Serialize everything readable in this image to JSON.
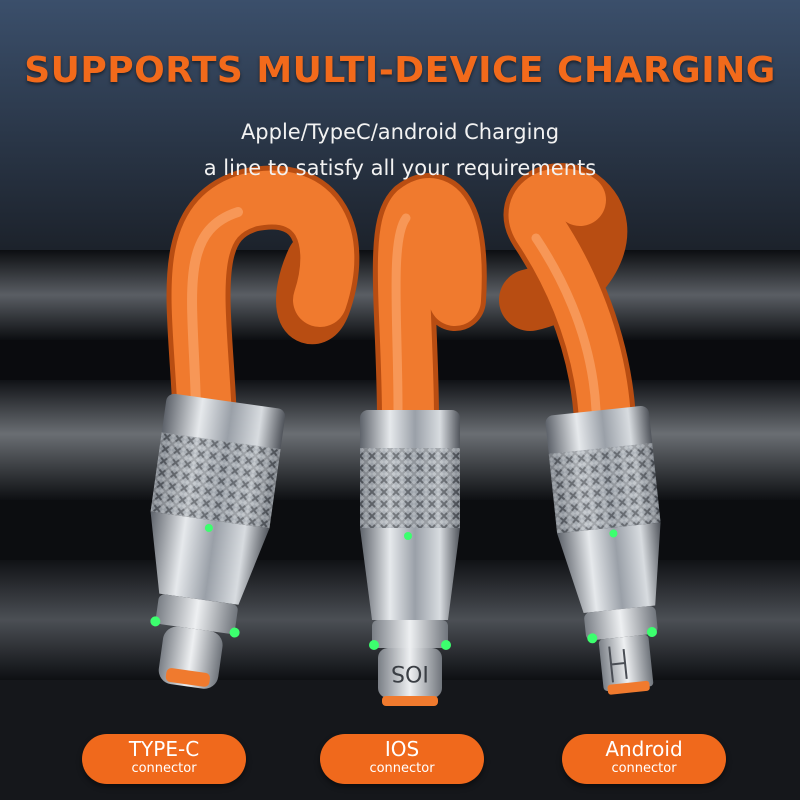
{
  "headline": "SUPPORTS MULTI-DEVICE CHARGING",
  "subtitle_line1": "Apple/TypeC/android Charging",
  "subtitle_line2": "a line to satisfy all your requirements",
  "connectors": [
    {
      "label": "TYPE-C",
      "sub": "connector"
    },
    {
      "label": "IOS",
      "sub": "connector"
    },
    {
      "label": "Android",
      "sub": "connector"
    }
  ],
  "ios_plug_text": "IOS",
  "colors": {
    "accent_orange": "#f26a1b",
    "cable_orange": "#f07a2e",
    "metal": "#b8bec6",
    "led_green": "#3cff6e"
  }
}
